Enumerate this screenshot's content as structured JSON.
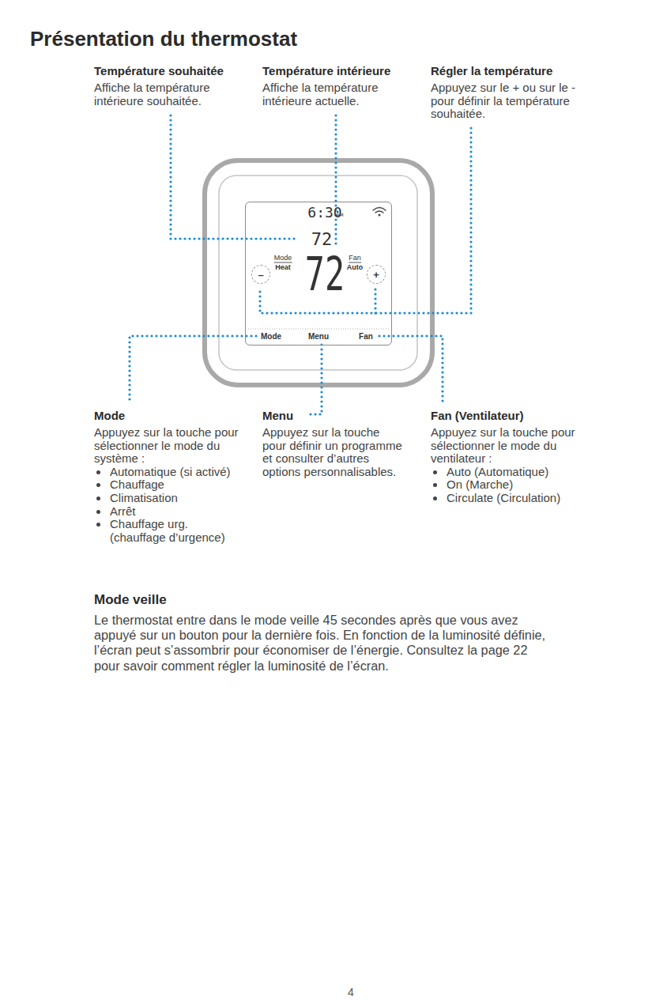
{
  "diagram": {
    "title": "Présentation du thermostat",
    "nodes": [
      {
        "text": [
          "6:30",
          "AM",
          "72",
          "Mode",
          "Heat",
          "72",
          "Fan",
          "Auto",
          "Mode",
          "Menu",
          "Fan"
        ]
      },
      {
        "text": [
          "–"
        ],
        "in": 0
      },
      {
        "text": [
          "+"
        ],
        "in": 0
      }
    ],
    "labels": [
      "Température souhaitée",
      "Affiche la température intérieure souhaitée.",
      "Température intérieure",
      "Affiche la température intérieure actuelle.",
      "Régler la température",
      "Appuyez sur le + ou sur le - pour définir la température souhaitée.",
      "Mode",
      "Appuyez sur la touche pour sélectionner le mode du système :",
      "Automatique (si activé)",
      "Chauffage",
      "Climatisation",
      "Arrêt",
      "Chauffage urg. (chauffage d’urgence)",
      "Menu",
      "Appuyez sur la touche pour définir un programme et consulter d’autres options personnalisables.",
      "Fan (Ventilateur)",
      "Appuyez sur la touche pour sélectionner le mode du ventilateur :",
      "Auto (Automatique)",
      "On (Marche)",
      "Circulate (Circulation)",
      "Mode veille",
      "Le thermostat entre dans le mode veille 45 secondes après que vous avez appuyé sur un bouton pour la dernière fois. En fonction de la luminosité définie, l’écran peut s’assombrir pour économiser de l’énergie. Consultez la page 22 pour savoir comment régler la luminosité de l’écran.",
      "4"
    ]
  }
}
